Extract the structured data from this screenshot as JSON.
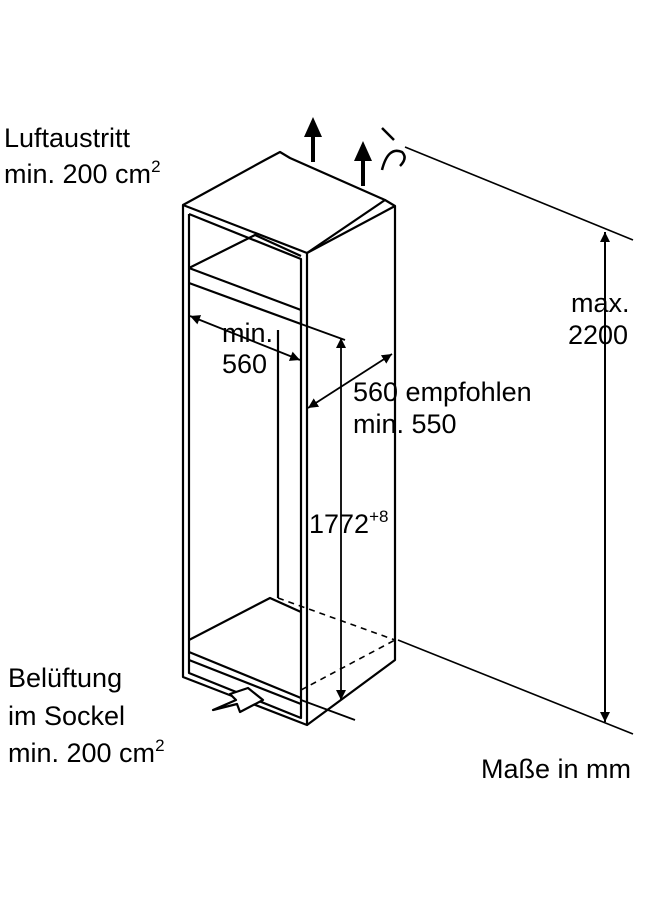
{
  "air_outlet": {
    "title": "Luftaustritt",
    "area": "min. 200 cm",
    "area_exp": "2"
  },
  "height_max": {
    "prefix": "max.",
    "value": "2200"
  },
  "width": {
    "prefix": "min.",
    "value": "560"
  },
  "depth": {
    "recommended": "560 empfohlen",
    "minimum": "min. 550"
  },
  "niche_height": {
    "value": "1772",
    "tolerance": "+8"
  },
  "ventilation": {
    "title": "Belüftung",
    "place": "im Sockel",
    "area": "min. 200 cm",
    "area_exp": "2"
  },
  "units": "Maße in mm",
  "colors": {
    "line": "#000000",
    "background": "#ffffff"
  }
}
